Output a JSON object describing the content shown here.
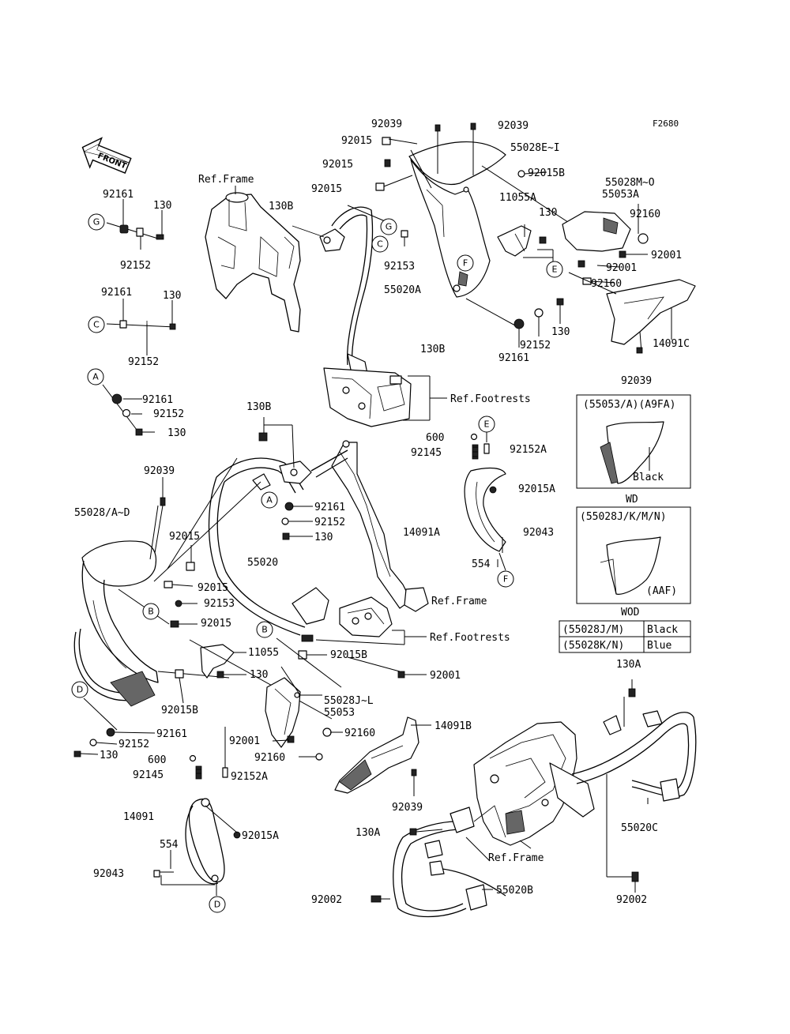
{
  "figure_code": "F2680",
  "front_arrow": "FRONT",
  "labels": [
    {
      "id": "l-92039-a",
      "text": "92039"
    },
    {
      "id": "l-92039-b",
      "text": "92039"
    },
    {
      "id": "l-92015-a",
      "text": "92015"
    },
    {
      "id": "l-55028ei",
      "text": "55028E~I"
    },
    {
      "id": "l-92015-b",
      "text": "92015"
    },
    {
      "id": "l-92015b-a",
      "text": "92015B"
    },
    {
      "id": "l-reframe-1",
      "text": "Ref.Frame"
    },
    {
      "id": "l-92015-c",
      "text": "92015"
    },
    {
      "id": "l-55028mo",
      "text": "55028M~O"
    },
    {
      "id": "l-55053a",
      "text": "55053A"
    },
    {
      "id": "l-11055a",
      "text": "11055A"
    },
    {
      "id": "l-130b-a",
      "text": "130B"
    },
    {
      "id": "l-92161-a",
      "text": "92161"
    },
    {
      "id": "l-130-a",
      "text": "130"
    },
    {
      "id": "l-130-b",
      "text": "130"
    },
    {
      "id": "l-92160-a",
      "text": "92160"
    },
    {
      "id": "l-92001-a",
      "text": "92001"
    },
    {
      "id": "l-92152-a",
      "text": "92152"
    },
    {
      "id": "l-92153-a",
      "text": "92153"
    },
    {
      "id": "l-92001-b",
      "text": "92001"
    },
    {
      "id": "l-92160-b",
      "text": "92160"
    },
    {
      "id": "l-55020a",
      "text": "55020A"
    },
    {
      "id": "l-92161-b",
      "text": "92161"
    },
    {
      "id": "l-130-c",
      "text": "130"
    },
    {
      "id": "l-130-d",
      "text": "130"
    },
    {
      "id": "l-130b-b",
      "text": "130B"
    },
    {
      "id": "l-92152-b",
      "text": "92152"
    },
    {
      "id": "l-14091c",
      "text": "14091C"
    },
    {
      "id": "l-92161-c",
      "text": "92161"
    },
    {
      "id": "l-92152-c",
      "text": "92152"
    },
    {
      "id": "l-92039-c",
      "text": "92039"
    },
    {
      "id": "l-92161-d",
      "text": "92161"
    },
    {
      "id": "l-reffoot-1",
      "text": "Ref.Footrests"
    },
    {
      "id": "l-92152-d",
      "text": "92152"
    },
    {
      "id": "l-130b-c",
      "text": "130B"
    },
    {
      "id": "l-130-e",
      "text": "130"
    },
    {
      "id": "l-600-a",
      "text": "600"
    },
    {
      "id": "l-92145-a",
      "text": "92145"
    },
    {
      "id": "l-92152a-a",
      "text": "92152A"
    },
    {
      "id": "l-92039-d",
      "text": "92039"
    },
    {
      "id": "l-92015a-a",
      "text": "92015A"
    },
    {
      "id": "l-55028ad",
      "text": "55028/A~D"
    },
    {
      "id": "l-92161-e",
      "text": "92161"
    },
    {
      "id": "l-92152-e",
      "text": "92152"
    },
    {
      "id": "l-92015-d",
      "text": "92015"
    },
    {
      "id": "l-130-f",
      "text": "130"
    },
    {
      "id": "l-14091a",
      "text": "14091A"
    },
    {
      "id": "l-92043-a",
      "text": "92043"
    },
    {
      "id": "l-55020",
      "text": "55020"
    },
    {
      "id": "l-554-a",
      "text": "554"
    },
    {
      "id": "l-92015-e",
      "text": "92015"
    },
    {
      "id": "l-92153-b",
      "text": "92153"
    },
    {
      "id": "l-reframe-2",
      "text": "Ref.Frame"
    },
    {
      "id": "l-92015-f",
      "text": "92015"
    },
    {
      "id": "l-reffoot-2",
      "text": "Ref.Footrests"
    },
    {
      "id": "l-11055",
      "text": "11055"
    },
    {
      "id": "l-92015b-b",
      "text": "92015B"
    },
    {
      "id": "l-130-g",
      "text": "130"
    },
    {
      "id": "l-92001-c",
      "text": "92001"
    },
    {
      "id": "l-55028jl",
      "text": "55028J~L"
    },
    {
      "id": "l-55053",
      "text": "55053"
    },
    {
      "id": "l-92015b-c",
      "text": "92015B"
    },
    {
      "id": "l-14091b",
      "text": "14091B"
    },
    {
      "id": "l-92001-d",
      "text": "92001"
    },
    {
      "id": "l-92160-c",
      "text": "92160"
    },
    {
      "id": "l-92161-f",
      "text": "92161"
    },
    {
      "id": "l-92152-f",
      "text": "92152"
    },
    {
      "id": "l-92160-d",
      "text": "92160"
    },
    {
      "id": "l-130-h",
      "text": "130"
    },
    {
      "id": "l-130a-a",
      "text": "130A"
    },
    {
      "id": "l-600-b",
      "text": "600"
    },
    {
      "id": "l-92145-b",
      "text": "92145"
    },
    {
      "id": "l-92152a-b",
      "text": "92152A"
    },
    {
      "id": "l-92039-e",
      "text": "92039"
    },
    {
      "id": "l-14091",
      "text": "14091"
    },
    {
      "id": "l-92015a-b",
      "text": "92015A"
    },
    {
      "id": "l-130a-b",
      "text": "130A"
    },
    {
      "id": "l-55020c",
      "text": "55020C"
    },
    {
      "id": "l-554-b",
      "text": "554"
    },
    {
      "id": "l-reframe-3",
      "text": "Ref.Frame"
    },
    {
      "id": "l-92043-b",
      "text": "92043"
    },
    {
      "id": "l-55020b",
      "text": "55020B"
    },
    {
      "id": "l-92002-a",
      "text": "92002"
    },
    {
      "id": "l-92002-b",
      "text": "92002"
    }
  ],
  "callouts": [
    {
      "id": "c-g-1",
      "text": "G"
    },
    {
      "id": "c-g-2",
      "text": "G"
    },
    {
      "id": "c-c-1",
      "text": "C"
    },
    {
      "id": "c-c-2",
      "text": "C"
    },
    {
      "id": "c-e-1",
      "text": "E"
    },
    {
      "id": "c-e-2",
      "text": "E"
    },
    {
      "id": "c-f-1",
      "text": "F"
    },
    {
      "id": "c-f-2",
      "text": "F"
    },
    {
      "id": "c-a-1",
      "text": "A"
    },
    {
      "id": "c-a-2",
      "text": "A"
    },
    {
      "id": "c-b-1",
      "text": "B"
    },
    {
      "id": "c-b-2",
      "text": "B"
    },
    {
      "id": "c-d-1",
      "text": "D"
    },
    {
      "id": "c-d-2",
      "text": "D"
    }
  ],
  "inset_boxes": [
    {
      "id": "box-1",
      "header": "(55053/A)(A9FA)",
      "color_label": "Black",
      "caption": "WD"
    },
    {
      "id": "box-2",
      "header": "(55028J/K/M/N)",
      "color_label": "(AAF)",
      "caption": "WOD"
    }
  ],
  "color_table": {
    "rows": [
      {
        "code": "(55028J/M)",
        "color": "Black"
      },
      {
        "code": "(55028K/N)",
        "color": "Blue"
      }
    ]
  }
}
